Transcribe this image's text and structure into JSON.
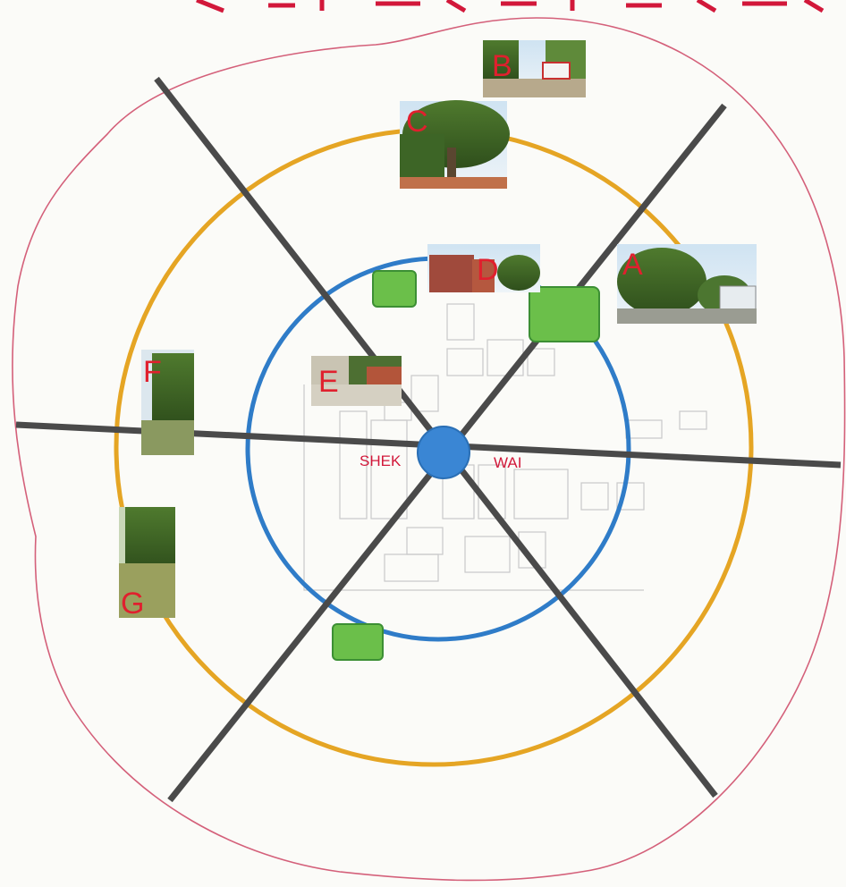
{
  "map": {
    "center_label_left": "SHEK",
    "center_label_right": "WAI",
    "photos": [
      {
        "id": "A",
        "label": "A"
      },
      {
        "id": "B",
        "label": "B"
      },
      {
        "id": "C",
        "label": "C"
      },
      {
        "id": "D",
        "label": "D"
      },
      {
        "id": "E",
        "label": "E"
      },
      {
        "id": "F",
        "label": "F"
      },
      {
        "id": "G",
        "label": "G"
      }
    ],
    "colors": {
      "outer_boundary": "#d4607a",
      "outer_ring": "#e5a524",
      "inner_ring": "#2f7cc8",
      "axis_lines": "#4a4a4a",
      "center_dot": "#3a86d4",
      "green_markers": "#6bbf4a",
      "letters": "#e0202e"
    },
    "icons": [
      "center-dot",
      "green-marker",
      "photo-thumbnail"
    ]
  }
}
